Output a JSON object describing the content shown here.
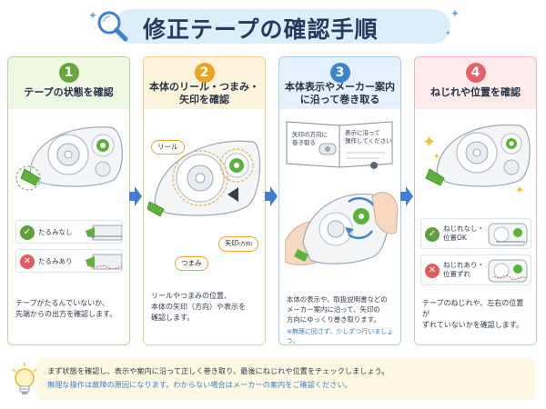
{
  "title": "修正テープの確認手順",
  "steps": [
    {
      "number": "1",
      "title": "テープの状態を確認",
      "rows": [
        {
          "label": "たるみなし",
          "status": "ok"
        },
        {
          "label": "たるみあり",
          "status": "ng"
        }
      ],
      "description": [
        "テープがたるんでいないか、",
        "先端からの出方を確認します。"
      ]
    },
    {
      "number": "2",
      "title_lines": [
        "本体のリール・つまみ・",
        "矢印を確認"
      ],
      "callouts": {
        "reel": "リール",
        "knob": "つまみ",
        "arrow": "矢印",
        "arrow_sub": "(方向)"
      },
      "description": [
        "リールやつまみの位置、",
        "本体の矢印（方向）や表示を",
        "確認します。"
      ]
    },
    {
      "number": "3",
      "title_lines": [
        "本体表示やメーカー案内",
        "に沿って巻き取る"
      ],
      "manual_left": [
        "矢印の方向に",
        "巻き取る"
      ],
      "manual_right": [
        "表示に沿って",
        "操作してください"
      ],
      "description": [
        "本体の表示や、取扱説明書などの",
        "メーカー案内に沿って、矢印の",
        "方向にゆっくり巻き取ります。"
      ],
      "note": "※無理に回さず、少しずつ行いましょう。"
    },
    {
      "number": "4",
      "title": "ねじれや位置を確認",
      "rows": [
        {
          "label_lines": [
            "ねじれなし・",
            "位置OK"
          ],
          "status": "ok"
        },
        {
          "label_lines": [
            "ねじれあり・",
            "位置ずれ"
          ],
          "status": "ng"
        }
      ],
      "description": [
        "テープのねじれや、左右の位置が",
        "ずれていないかを確認します。"
      ]
    }
  ],
  "tip": {
    "line1": "まず状態を確認し、表示や案内に沿って正しく巻き取り、最後にねじれや位置をチェックしましょう。",
    "line2": "無理な操作は故障の原因になります。わからない場合はメーカーの案内をご確認ください。"
  },
  "icons": {
    "title": "magnifier-icon",
    "ok": "check-icon",
    "ng": "cross-icon",
    "tip": "lightbulb-icon",
    "arrow": "right-arrow-icon"
  },
  "colors": {
    "step1": "#67a63a",
    "step2": "#eaa325",
    "step3": "#3d86cf",
    "step4": "#e06464",
    "arrow": "#3f7fcf",
    "tape_green": "#5cb33a"
  }
}
